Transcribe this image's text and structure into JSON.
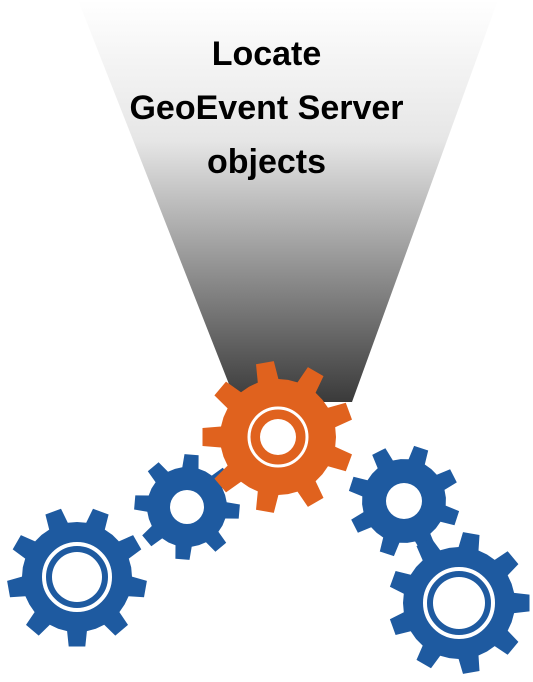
{
  "diagram": {
    "title_lines": [
      "Locate",
      "GeoEvent Server",
      "objects"
    ]
  },
  "colors": {
    "beam_top": "#ffffff",
    "beam_bottom": "#3a3a3a",
    "gear_blue": "#1e5aa0",
    "gear_orange": "#e0621e",
    "ring": "#ffffff"
  },
  "icons": {
    "beam": "spotlight-cone",
    "center_gear": "gear-icon-orange",
    "side_gears": "gear-icon-blue"
  }
}
